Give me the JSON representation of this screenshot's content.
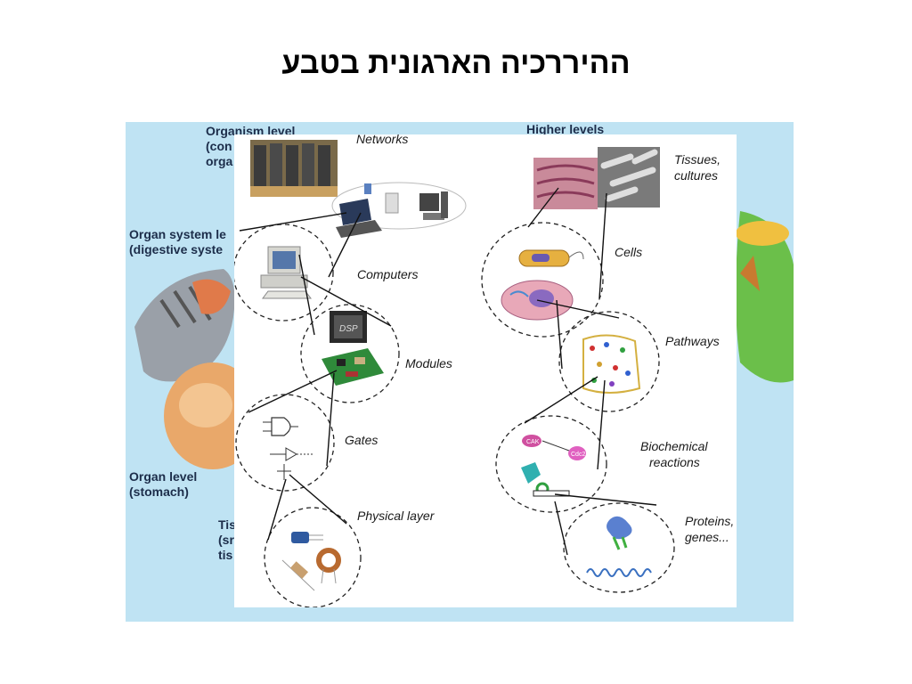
{
  "title": "ההיררכיה הארגונית בטבע",
  "background_labels": {
    "organism": "Organism level\n(con\norga",
    "organ_system": "Organ system le\n(digestive syste",
    "higher": "Higher levels",
    "organ": "Organ level\n(stomach)",
    "tissue": "Tis\n(sr\ntis"
  },
  "left_column": {
    "networks": "Networks",
    "computers": "Computers",
    "modules": "Modules",
    "gates": "Gates",
    "physical": "Physical layer",
    "dsp_chip": "DSP"
  },
  "right_column": {
    "tissues_1": "Tissues,",
    "tissues_2": "cultures",
    "cells": "Cells",
    "pathways": "Pathways",
    "biochem_1": "Biochemical",
    "biochem_2": "reactions",
    "proteins_1": "Proteins,",
    "proteins_2": "genes...",
    "cak": "CAK",
    "cdc2": "Cdc2"
  }
}
